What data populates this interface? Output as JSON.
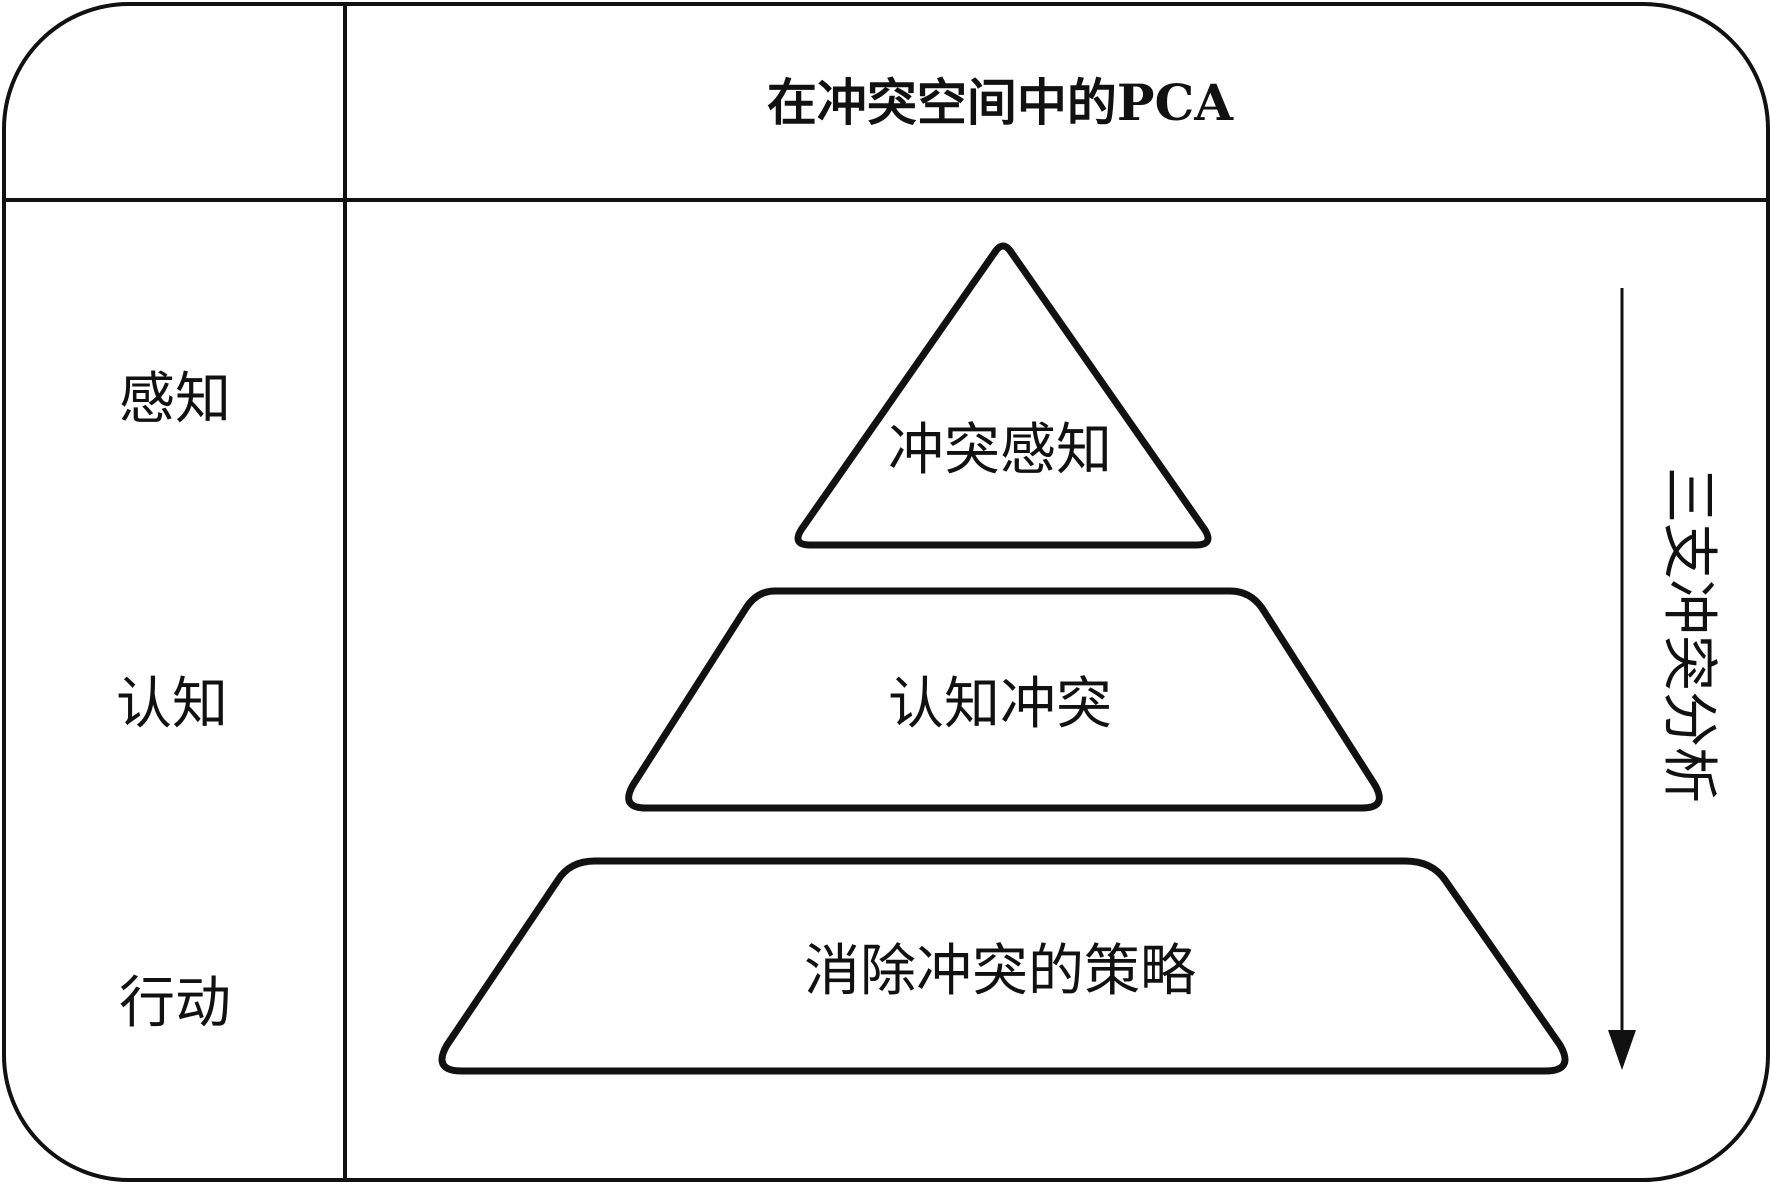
{
  "title": "在冲突空间中的PCA",
  "rows": [
    {
      "label": "感知",
      "layer": "冲突感知"
    },
    {
      "label": "认知",
      "layer": "认知冲突"
    },
    {
      "label": "行动",
      "layer": "消除冲突的策略"
    }
  ],
  "arrow_label": "三支冲突分析"
}
